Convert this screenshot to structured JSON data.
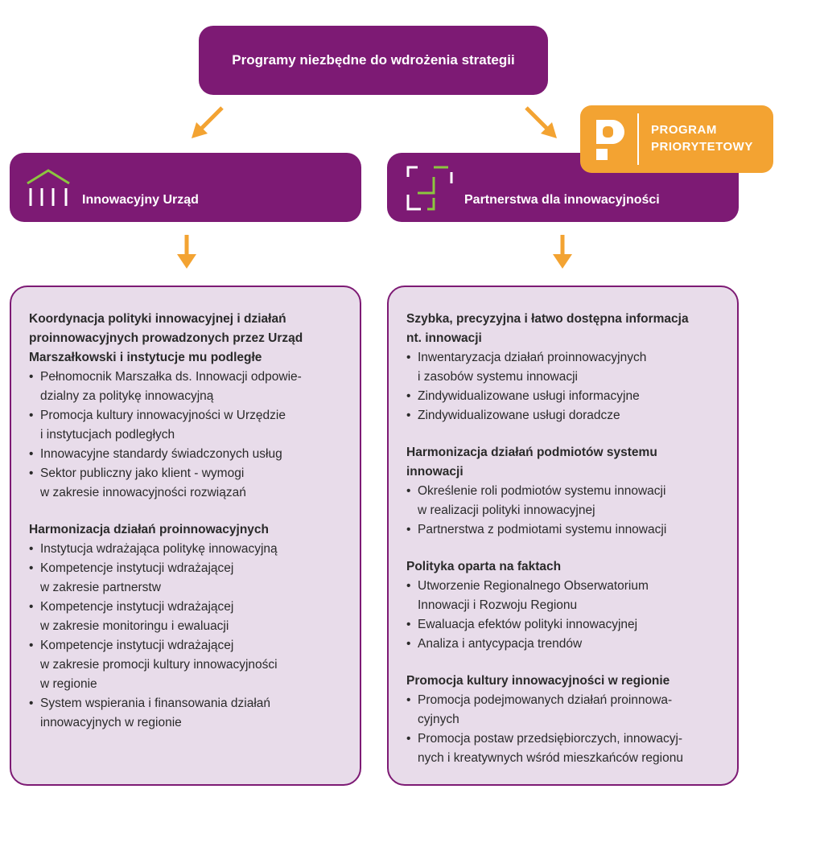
{
  "top_box": {
    "label": "Programy niezbędne do wdrożenia strategii"
  },
  "colors": {
    "purple": "#7d1a74",
    "orange": "#f3a332",
    "lavender": "#e8dcea",
    "green": "#8cc63f"
  },
  "left_header": {
    "icon": "building-columns-icon",
    "title": "Innowacyjny Urząd"
  },
  "right_header": {
    "icon": "puzzle-squares-icon",
    "title": "Partnerstwa dla innowacyjności"
  },
  "badge": {
    "icon": "letter-p-icon",
    "line1": "PROGRAM",
    "line2": "PRIORYTETOWY"
  },
  "left_panel": {
    "sections": [
      {
        "title": "Koordynacja polityki innowacyjnej i działań\nproinnowacyjnych prowadzonych przez Urząd\nMarszałkowski i instytucje mu podległe",
        "items": [
          "Pełnomocnik Marszałka ds. Innowacji odpowie-\ndzialny za politykę innowacyjną",
          "Promocja kultury innowacyjności w Urzędzie\ni instytucjach podległych",
          "Innowacyjne standardy świadczonych usług",
          "Sektor publiczny jako klient - wymogi\nw zakresie innowacyjności rozwiązań"
        ]
      },
      {
        "title": "Harmonizacja działań proinnowacyjnych",
        "items": [
          "Instytucja wdrażająca politykę innowacyjną",
          "Kompetencje instytucji wdrażającej\nw zakresie partnerstw",
          "Kompetencje instytucji wdrażającej\nw zakresie monitoringu i ewaluacji",
          "Kompetencje instytucji wdrażającej\nw zakresie promocji kultury innowacyjności\nw regionie",
          "System wspierania i finansowania działań\ninnowacyjnych w regionie"
        ]
      }
    ]
  },
  "right_panel": {
    "sections": [
      {
        "title": "Szybka, precyzyjna i łatwo dostępna informacja\nnt. innowacji",
        "items": [
          "Inwentaryzacja działań proinnowacyjnych\ni zasobów systemu innowacji",
          "Zindywidualizowane usługi informacyjne",
          "Zindywidualizowane usługi doradcze"
        ]
      },
      {
        "title": "Harmonizacja działań podmiotów systemu\ninnowacji",
        "items": [
          "Określenie roli podmiotów systemu innowacji\nw realizacji polityki innowacyjnej",
          "Partnerstwa z podmiotami systemu innowacji"
        ]
      },
      {
        "title": "Polityka oparta na faktach",
        "items": [
          "Utworzenie Regionalnego Obserwatorium\nInnowacji i Rozwoju Regionu",
          "Ewaluacja efektów polityki innowacyjnej",
          "Analiza i antycypacja trendów"
        ]
      },
      {
        "title": "Promocja kultury innowacyjności w regionie",
        "items": [
          "Promocja podejmowanych działań proinnowa-\ncyjnych",
          "Promocja postaw przedsiębiorczych, innowacyj-\nnych i kreatywnych wśród mieszkańców regionu"
        ]
      }
    ]
  }
}
